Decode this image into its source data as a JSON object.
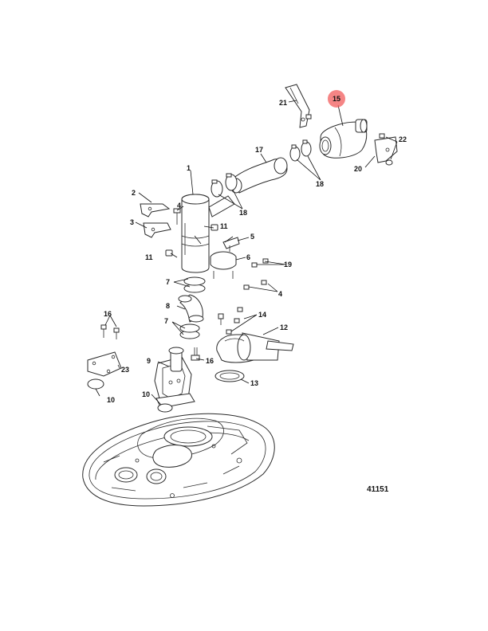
{
  "figure_number": "41151",
  "highlight_color": "#f25c5c",
  "highlighted_callout": "15",
  "callouts": {
    "c1": "1",
    "c2": "2",
    "c3": "3",
    "c4a": "4",
    "c4b": "4",
    "c5": "5",
    "c6": "6",
    "c7a": "7",
    "c7b": "7",
    "c8": "8",
    "c9": "9",
    "c10a": "10",
    "c10b": "10",
    "c11a": "11",
    "c11b": "11",
    "c12": "12",
    "c13": "13",
    "c14": "14",
    "c15": "15",
    "c16a": "16",
    "c16b": "16",
    "c17": "17",
    "c18a": "18",
    "c18b": "18",
    "c19": "19",
    "c20": "20",
    "c21": "21",
    "c22": "22",
    "c23": "23"
  }
}
